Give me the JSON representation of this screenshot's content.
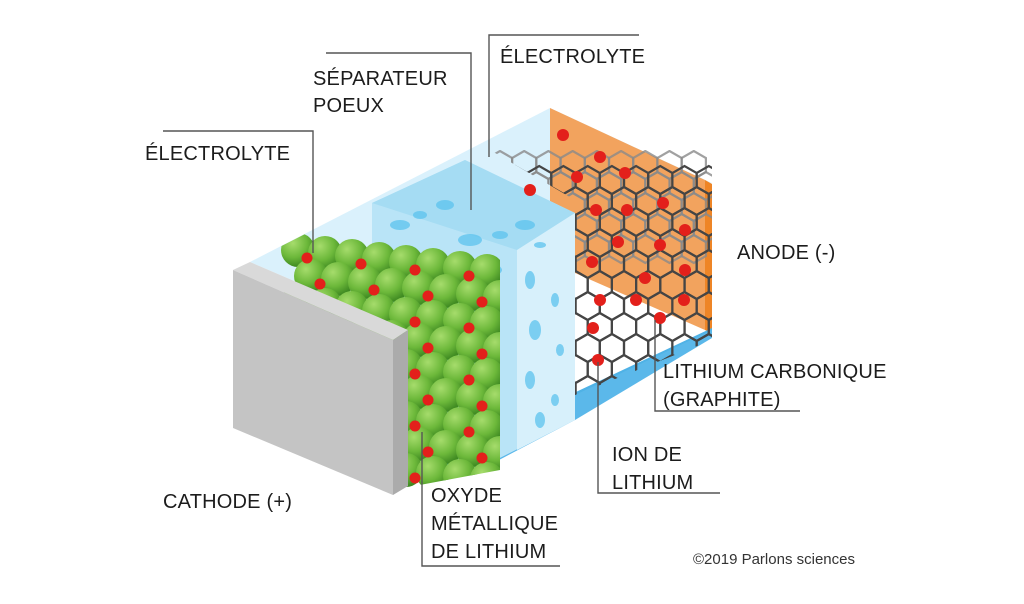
{
  "labels": {
    "electrolyte_left": "ÉLECTROLYTE",
    "separator_line1": "SÉPARATEUR",
    "separator_line2": "POEUX",
    "electrolyte_right": "ÉLECTROLYTE",
    "anode": "ANODE (-)",
    "graphite_line1": "LITHIUM CARBONIQUE",
    "graphite_line2": "(GRAPHITE)",
    "ion_line1": "ION DE",
    "ion_line2": "LITHIUM",
    "oxide_line1": "OXYDE",
    "oxide_line2": "MÉTALLIQUE",
    "oxide_line3": "DE LITHIUM",
    "cathode": "CATHODE (+)"
  },
  "copyright": "©2019 Parlons sciences",
  "colors": {
    "cathode_plate": "#c4c4c4",
    "anode_plate": "#f2a35e",
    "electrolyte": "#cdeefb",
    "separator": "#b7e3f6",
    "lithium_oxide_sphere": "#6cb83a",
    "lithium_ion": "#e3201b",
    "graphite": "#454545"
  }
}
